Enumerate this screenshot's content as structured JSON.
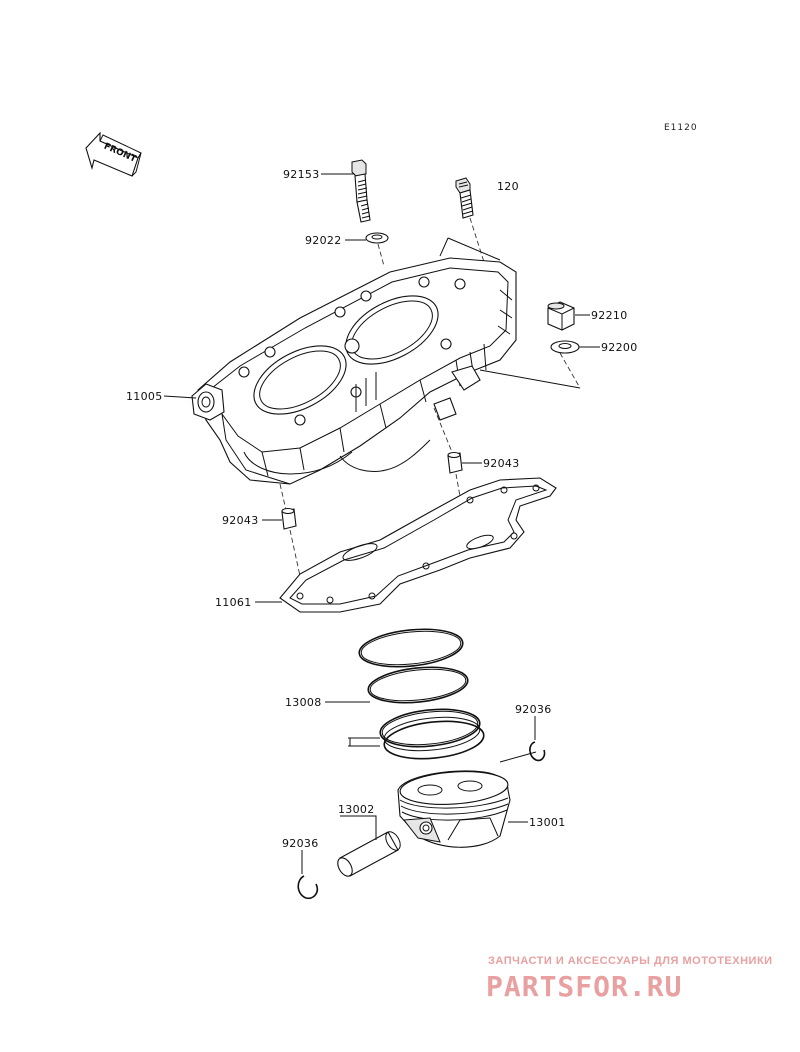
{
  "diagram": {
    "code": "E1120",
    "front_label": "FRONT",
    "parts": [
      {
        "id": "p92153",
        "number": "92153",
        "name": "bolt"
      },
      {
        "id": "p120",
        "number": "120",
        "name": "stud-bolt"
      },
      {
        "id": "p92022",
        "number": "92022",
        "name": "washer"
      },
      {
        "id": "p92210",
        "number": "92210",
        "name": "nut"
      },
      {
        "id": "p92200",
        "number": "92200",
        "name": "washer"
      },
      {
        "id": "p11005",
        "number": "11005",
        "name": "cylinder"
      },
      {
        "id": "p92043a",
        "number": "92043",
        "name": "dowel-pin"
      },
      {
        "id": "p92043b",
        "number": "92043",
        "name": "dowel-pin"
      },
      {
        "id": "p11061",
        "number": "11061",
        "name": "cylinder-gasket"
      },
      {
        "id": "p13008",
        "number": "13008",
        "name": "piston-ring-set"
      },
      {
        "id": "p92036a",
        "number": "92036",
        "name": "snap-ring"
      },
      {
        "id": "p13001",
        "number": "13001",
        "name": "piston"
      },
      {
        "id": "p13002",
        "number": "13002",
        "name": "piston-pin"
      },
      {
        "id": "p92036b",
        "number": "92036",
        "name": "snap-ring"
      }
    ]
  },
  "watermark": {
    "tagline": "ЗАПЧАСТИ И АКСЕССУАРЫ ДЛЯ МОТОТЕХНИКИ",
    "brand": "PARTSFOR.RU",
    "color": "#e8a0a0"
  }
}
